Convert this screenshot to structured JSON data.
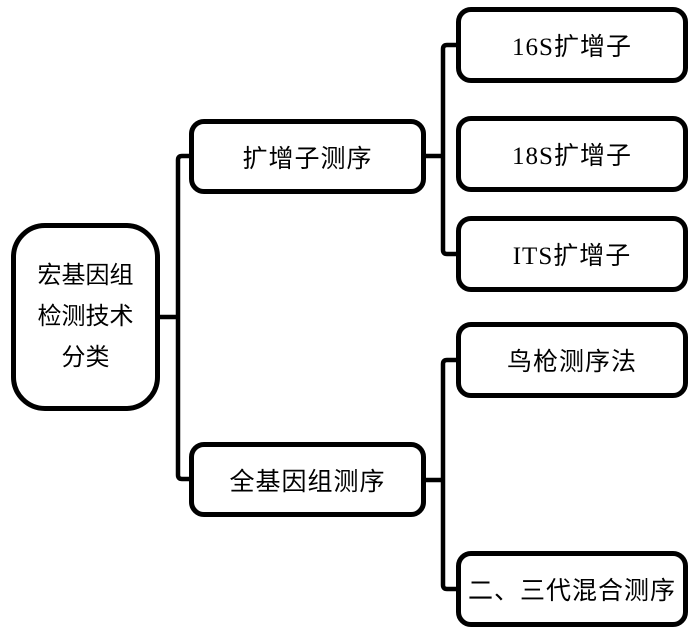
{
  "diagram": {
    "ink_color": "#000000",
    "background_color": "#ffffff",
    "root": {
      "lines": [
        "宏基因组",
        "检测技术",
        "分类"
      ]
    },
    "branches": [
      {
        "label": "扩增子测序",
        "children": [
          "16S扩增子",
          "18S扩增子",
          "ITS扩增子"
        ]
      },
      {
        "label": "全基因组测序",
        "children": [
          "鸟枪测序法",
          "二、三代混合测序"
        ]
      }
    ]
  }
}
